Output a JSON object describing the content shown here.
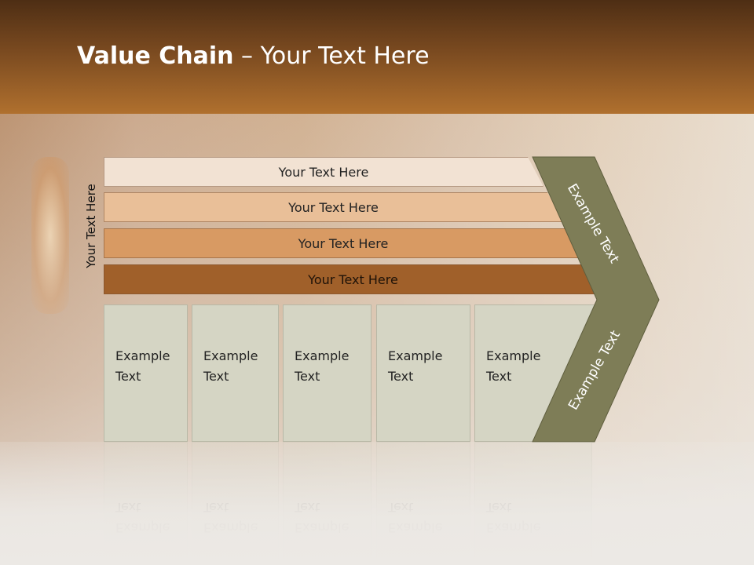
{
  "slide": {
    "title_bold": "Value Chain",
    "title_rest": " – Your Text Here",
    "vertical_label": "Your Text Here",
    "bars": [
      {
        "label": "Your Text Here"
      },
      {
        "label": "Your Text Here"
      },
      {
        "label": "Your Text Here"
      },
      {
        "label": "Your Text Here"
      }
    ],
    "chevron": {
      "upper_label": "Example Text",
      "lower_label": "Example Text",
      "color": "#7e7d57"
    },
    "boxes": [
      {
        "line1": "Example",
        "line2": "Text"
      },
      {
        "line1": "Example",
        "line2": "Text"
      },
      {
        "line1": "Example",
        "line2": "Text"
      },
      {
        "line1": "Example",
        "line2": "Text"
      },
      {
        "line1": "Example",
        "line2": "Text"
      }
    ],
    "colors": {
      "header": "#7a4a20",
      "bar1": "#f2e2d3",
      "bar2": "#e9bf98",
      "bar3": "#d89a63",
      "bar4": "#a0602a",
      "box": "#d5d5c4"
    }
  }
}
